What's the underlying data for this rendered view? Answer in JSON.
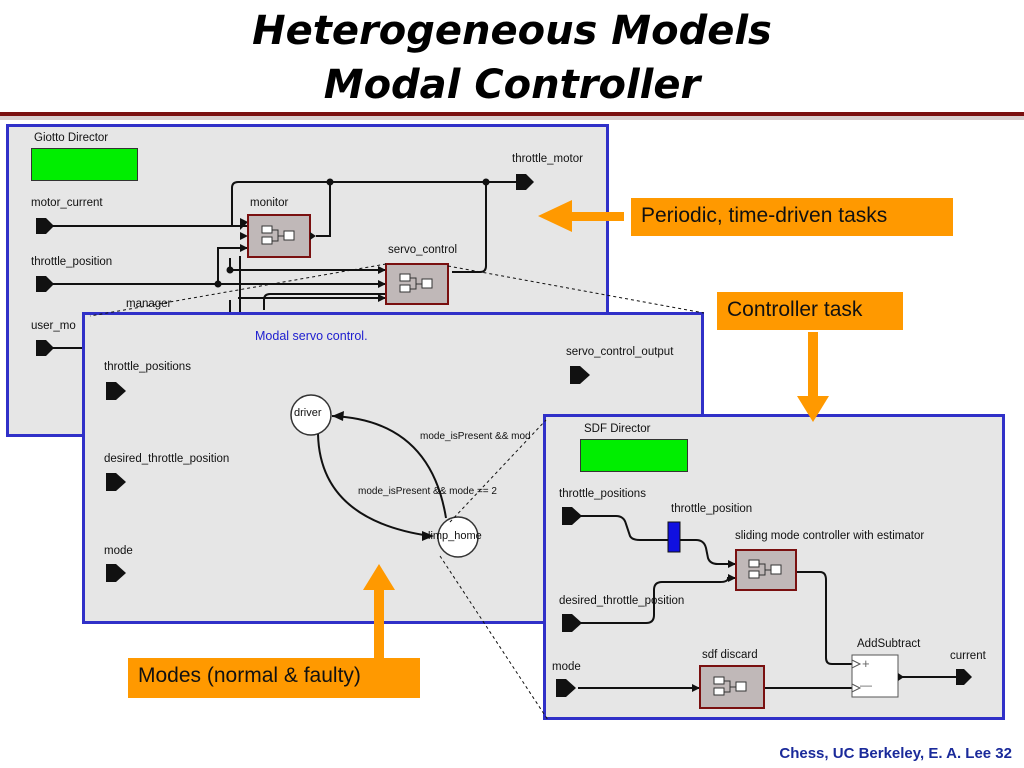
{
  "slide": {
    "title_line1": "Heterogeneous Models",
    "title_line2": "Modal Controller",
    "footer": "Chess, UC Berkeley, E. A. Lee  32"
  },
  "colors": {
    "panel_border": "#3030c8",
    "panel_bg": "#e6e6e6",
    "callout": "#ff9900",
    "director": "#00ee00",
    "rule": "#7a1010"
  },
  "giotto": {
    "director": "Giotto Director",
    "inputs": [
      "motor_current",
      "throttle_position",
      "user_mo"
    ],
    "output": "throttle_motor",
    "actors": [
      "monitor",
      "servo_control",
      "manager"
    ]
  },
  "modal": {
    "title": "Modal servo control.",
    "inputs": [
      "throttle_positions",
      "desired_throttle_position",
      "mode"
    ],
    "output": "servo_control_output",
    "states": [
      "driver",
      "limp_home"
    ],
    "transitions": [
      "mode_isPresent && mod",
      "mode_isPresent && mode == 2"
    ]
  },
  "sdf": {
    "director": "SDF Director",
    "inputs": [
      "throttle_positions",
      "desired_throttle_position",
      "mode"
    ],
    "output": "current",
    "actors": [
      "throttle_position",
      "sliding mode controller with estimator",
      "sdf discard",
      "AddSubtract"
    ],
    "add_symbols": [
      "+",
      "—"
    ]
  },
  "callouts": {
    "periodic": "Periodic, time-driven tasks",
    "controller": "Controller task",
    "modes": "Modes (normal & faulty)"
  }
}
